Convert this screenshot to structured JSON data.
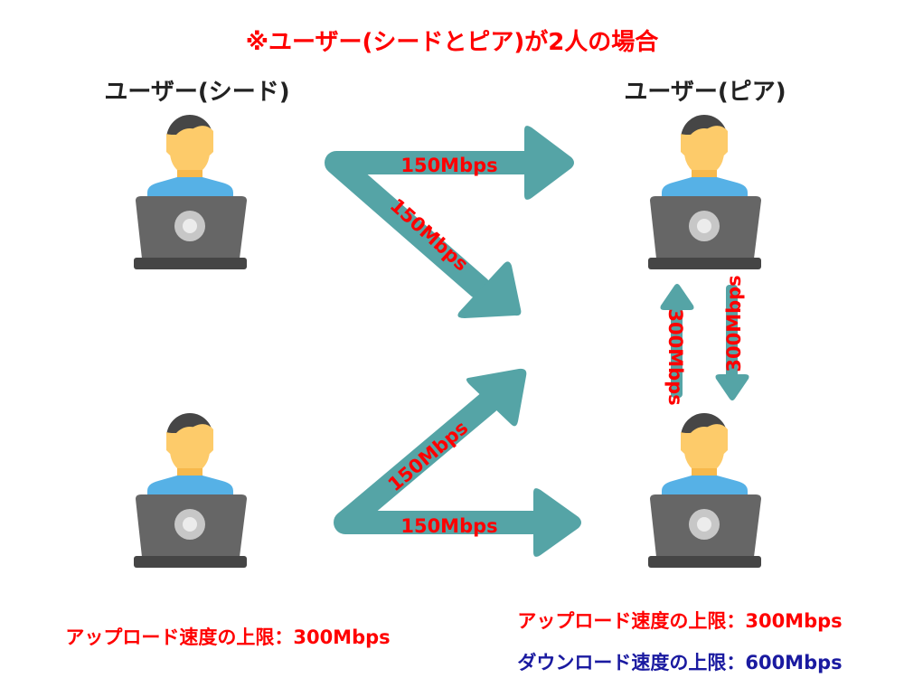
{
  "title": "※ユーザー(シードとピア)が2人の場合",
  "labels": {
    "seed": "ユーザー(シード)",
    "peer": "ユーザー(ピア)"
  },
  "arrows": {
    "seed1_to_peer1": "150Mbps",
    "seed1_to_peer2": "150Mbps",
    "seed2_to_peer1": "150Mbps",
    "seed2_to_peer2": "150Mbps",
    "peer2_to_peer1": "300Mbps",
    "peer1_to_peer2": "300Mbps"
  },
  "limits": {
    "seed_upload": "アップロード速度の上限：300Mbps",
    "peer_upload": "アップロード速度の上限：300Mbps",
    "peer_download": "ダウンロード速度の上限：600Mbps"
  },
  "colors": {
    "arrow": "#55A4A6",
    "red": "#FF0000",
    "blue": "#1A1AA0"
  }
}
